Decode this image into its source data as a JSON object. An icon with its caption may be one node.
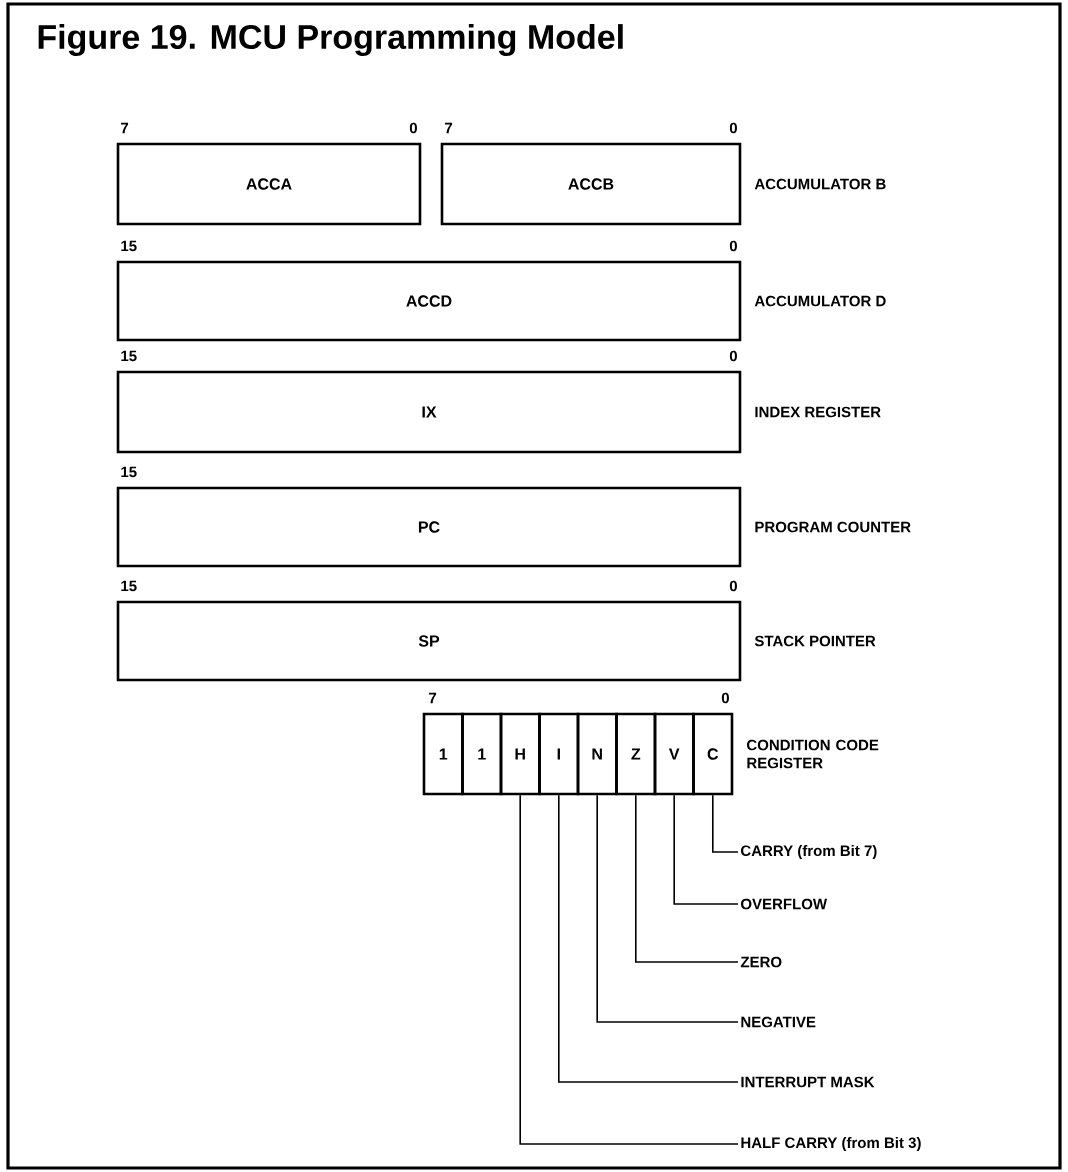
{
  "diagram": {
    "title": "Figure 19. MCU Programming Model",
    "nodes": [
      {
        "text": [
          "ACCA"
        ],
        "beside": [
          "7",
          "0"
        ]
      },
      {
        "text": [
          "ACCB"
        ],
        "beside": [
          "7",
          "0",
          "ACCUMULATOR B"
        ]
      },
      {
        "text": [
          "ACCD"
        ],
        "beside": [
          "15",
          "0",
          "ACCUMULATOR D"
        ]
      },
      {
        "text": [
          "IX"
        ],
        "beside": [
          "15",
          "0",
          "INDEX REGISTER"
        ]
      },
      {
        "text": [
          "PC"
        ],
        "beside": [
          "15",
          "PROGRAM COUNTER"
        ]
      },
      {
        "text": [
          "SP"
        ],
        "beside": [
          "15",
          "0",
          "STACK POINTER"
        ]
      },
      {
        "text": [
          "1"
        ],
        "beside": [
          "7"
        ]
      },
      {
        "text": [
          "1"
        ]
      },
      {
        "text": [
          "H"
        ]
      },
      {
        "text": [
          "I"
        ]
      },
      {
        "text": [
          "N"
        ]
      },
      {
        "text": [
          "Z"
        ]
      },
      {
        "text": [
          "V"
        ]
      },
      {
        "text": [
          "C"
        ],
        "beside": [
          "0",
          "CONDITION CODE REGISTER"
        ]
      },
      {
        "text": [
          "CARRY (from Bit 7)"
        ]
      },
      {
        "text": [
          "OVERFLOW"
        ]
      },
      {
        "text": [
          "ZERO"
        ]
      },
      {
        "text": [
          "NEGATIVE"
        ]
      },
      {
        "text": [
          "INTERRUPT MASK"
        ]
      },
      {
        "text": [
          "HALF CARRY (from Bit 3)"
        ]
      }
    ],
    "edges": [
      {
        "from": 14,
        "to": 13,
        "arrow": "none"
      },
      {
        "from": 15,
        "to": 12,
        "arrow": "none"
      },
      {
        "from": 16,
        "to": 11,
        "arrow": "none"
      },
      {
        "from": 17,
        "to": 10,
        "arrow": "none"
      },
      {
        "from": 18,
        "to": 9,
        "arrow": "none"
      },
      {
        "from": 19,
        "to": 8,
        "arrow": "none"
      }
    ]
  }
}
